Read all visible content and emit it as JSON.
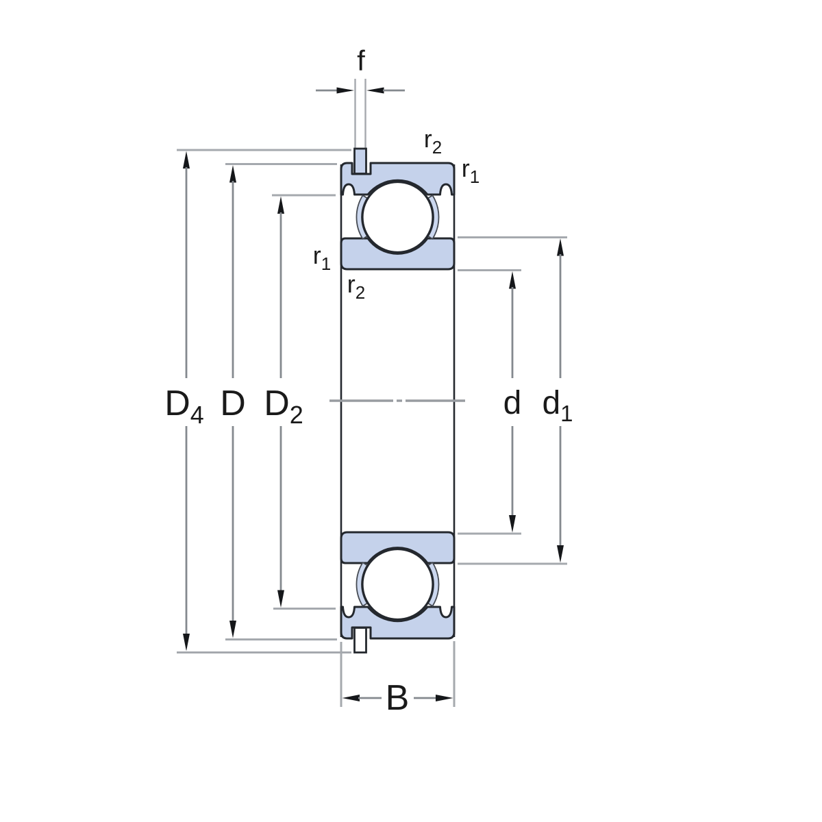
{
  "colors": {
    "background": "#ffffff",
    "ring_fill": "#c5d2eb",
    "cage_fill": "#cbd7ee",
    "outline": "#24282e",
    "dimension_line": "#84898e",
    "extension_line": "#a5a9ae",
    "center_line": "#989ca1",
    "arrowhead": "#15171a",
    "label_text": "#1a1a1a"
  },
  "labels": {
    "f": {
      "base": "f",
      "sub": ""
    },
    "r2_outer_top": {
      "base": "r",
      "sub": "2"
    },
    "r1_outer_top": {
      "base": "r",
      "sub": "1"
    },
    "r1_inner_side": {
      "base": "r",
      "sub": "1"
    },
    "r2_inner_side": {
      "base": "r",
      "sub": "2"
    },
    "D4": {
      "base": "D",
      "sub": "4"
    },
    "D": {
      "base": "D",
      "sub": ""
    },
    "D2": {
      "base": "D",
      "sub": "2"
    },
    "d": {
      "base": "d",
      "sub": ""
    },
    "d1": {
      "base": "d",
      "sub": "1"
    },
    "B": {
      "base": "B",
      "sub": ""
    }
  }
}
